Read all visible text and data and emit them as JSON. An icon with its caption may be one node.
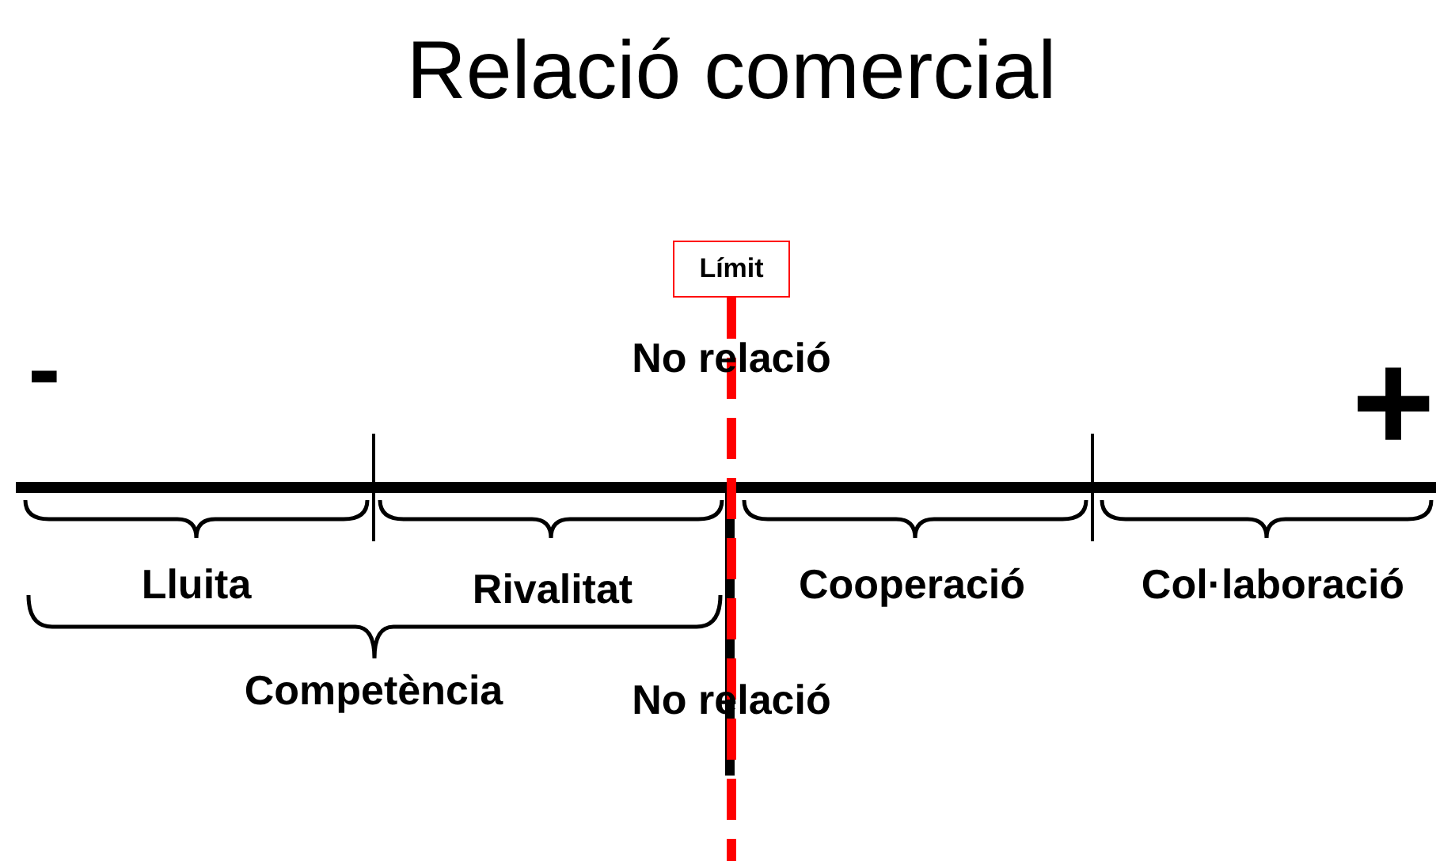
{
  "diagram": {
    "title": "Relació comercial",
    "nodes": [
      {
        "text": [
          "Límit"
        ]
      }
    ],
    "labels": [
      "-",
      "No relació",
      "+",
      "Lluita",
      "Rivalitat",
      "Cooperació",
      "Col·laboració",
      "Competència",
      "No relació"
    ]
  }
}
